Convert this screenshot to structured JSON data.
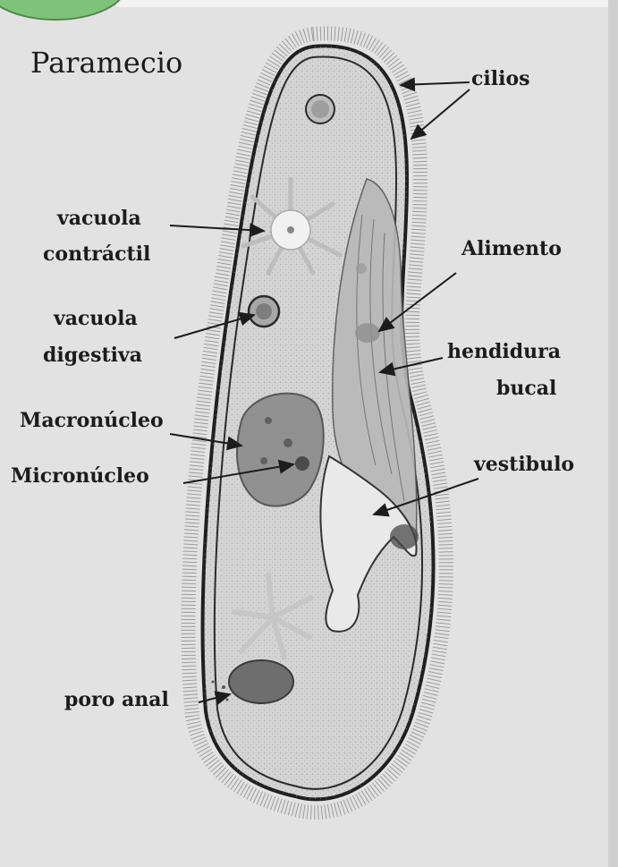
{
  "title": "Paramecio",
  "labels": {
    "cilios": "cilios",
    "vacuola_contractil_l1": "vacuola",
    "vacuola_contractil_l2": "contráctil",
    "vacuola_digestiva_l1": "vacuola",
    "vacuola_digestiva_l2": "digestiva",
    "alimento": "Alimento",
    "hendidura_l1": "hendidura",
    "hendidura_l2": "bucal",
    "macronucleo": "Macronúcleo",
    "micronucleo": "Micronúcleo",
    "vestibulo": "vestibulo",
    "poro_anal": "poro anal"
  },
  "colors": {
    "background": "#e2e2e2",
    "badge": "#7fc37a",
    "body_fill": "#d4d4d4",
    "outline": "#1f1f1f",
    "text": "#1c1c1c"
  }
}
